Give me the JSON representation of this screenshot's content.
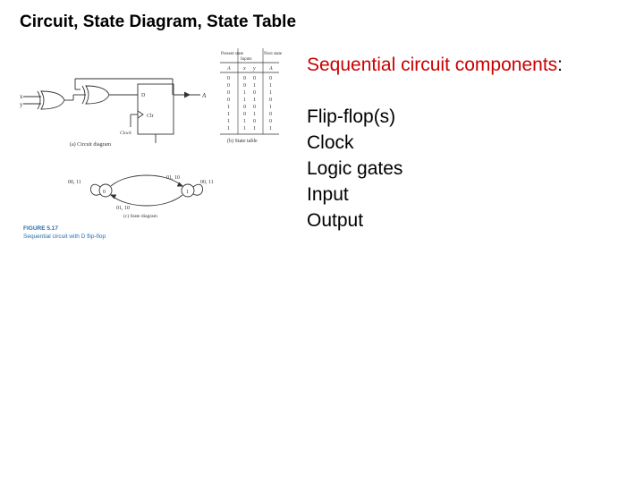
{
  "slide": {
    "title": "Circuit, State Diagram, State Table"
  },
  "figure": {
    "caption_number": "FIGURE 5.17",
    "caption_text": "Sequential circuit with D flip-flop",
    "circuit_label": "(a) Circuit diagram",
    "table_label": "(b) State table",
    "diagram_label": "(c) State diagram",
    "signals": {
      "x": "x",
      "y": "y",
      "output": "A",
      "clock": "Clock",
      "d": "D",
      "clr": "Clr"
    },
    "state_table": {
      "headers_top": [
        "Present state",
        "Inputs",
        "Next state"
      ],
      "headers": [
        "A",
        "x",
        "y",
        "A"
      ],
      "rows": [
        [
          "0",
          "0",
          "0",
          "0"
        ],
        [
          "0",
          "0",
          "1",
          "1"
        ],
        [
          "0",
          "1",
          "0",
          "1"
        ],
        [
          "0",
          "1",
          "1",
          "0"
        ],
        [
          "1",
          "0",
          "0",
          "1"
        ],
        [
          "1",
          "0",
          "1",
          "0"
        ],
        [
          "1",
          "1",
          "0",
          "0"
        ],
        [
          "1",
          "1",
          "1",
          "1"
        ]
      ]
    },
    "state_diagram": {
      "states": [
        "0",
        "1"
      ],
      "self_loop_0": "00, 11",
      "self_loop_1": "00, 11",
      "transition_0_to_1": "01, 10",
      "transition_1_to_0": "01, 10"
    }
  },
  "bullets": {
    "heading": "Sequential circuit components",
    "colon": ":",
    "items": [
      "Flip-flop(s)",
      "Clock",
      "Logic gates",
      "Input",
      "Output"
    ]
  }
}
